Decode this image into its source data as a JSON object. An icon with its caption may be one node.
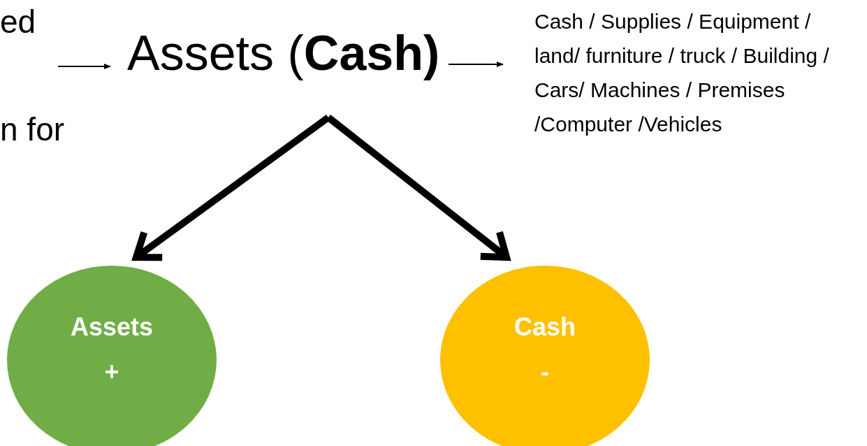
{
  "diagram": {
    "nodes": [
      {
        "text": [
          "Assets (**Cash)**"
        ]
      },
      {
        "text": [
          "Cash / Supplies / Equipment / land/ furniture / truck / Building / Cars/ Machines / Premises /Computer /Vehicles"
        ]
      },
      {
        "text": [
          "Assets",
          "+"
        ]
      },
      {
        "text": [
          "Cash",
          "-"
        ]
      }
    ],
    "edges": [
      {
        "from": null,
        "to": 0,
        "arrow": "to"
      },
      {
        "from": 0,
        "to": 1,
        "arrow": "to"
      },
      {
        "from": 0,
        "to": 2,
        "arrow": "to",
        "style": "thick"
      },
      {
        "from": 0,
        "to": 3,
        "arrow": "to",
        "style": "thick"
      }
    ],
    "labels": [
      "ed",
      "n for"
    ]
  }
}
